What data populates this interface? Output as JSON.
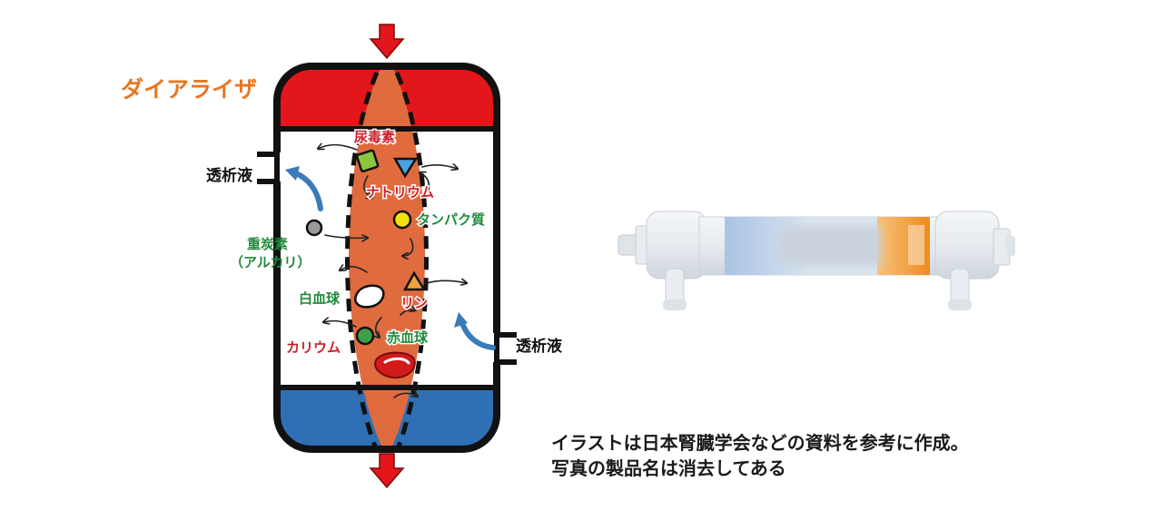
{
  "diagram": {
    "title": "ダイアライザ",
    "dialysate_left": "透析液",
    "dialysate_right": "透析液",
    "substances": {
      "urea_toxin": "尿毒素",
      "sodium": "ナトリウム",
      "protein": "タンパク質",
      "bicarbonate_line1": "重炭素",
      "bicarbonate_line2": "（アルカリ）",
      "white_blood_cell": "白血球",
      "phosphorus": "リン",
      "red_blood_cell": "赤血球",
      "potassium": "カリウム"
    },
    "colors": {
      "title": "#e87722",
      "arterial_red": "#e3161b",
      "venous_blue": "#2f6fb5",
      "blood_fiber": "#e06b3f",
      "dialysate_arrow": "#3a7bb8",
      "label_red": "#cc1f2a",
      "label_green": "#1f8a3a",
      "toxin_square": "#8cc63f",
      "sodium_triangle": "#4aa3df",
      "protein_circle": "#f5e20a",
      "phosphorus_triangle": "#f2a33a",
      "bicarbonate_circle": "#9a9a9a",
      "potassium_circle": "#3fa047"
    }
  },
  "caption": {
    "line1": "イラストは日本腎臓学会などの資料を参考に作成。",
    "line2": "写真の製品名は消去してある"
  }
}
